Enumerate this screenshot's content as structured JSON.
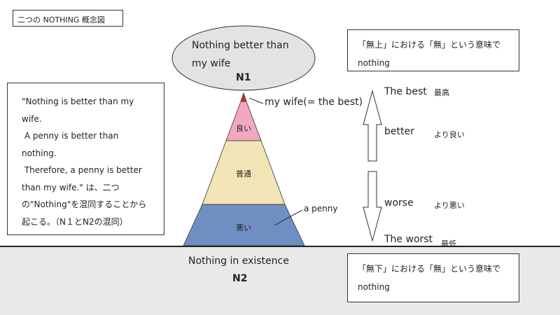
{
  "title": "二つの NOTHING 概念図",
  "top_ellipse": {
    "line1": "Nothing better than",
    "line2": "my wife",
    "tag": "N1"
  },
  "note_top": {
    "line1": "「無上」における「無」という意味で",
    "line2": "nothing"
  },
  "note_bottom": {
    "line1": "「無下」における「無」という意味で",
    "line2": "nothing"
  },
  "left_text": [
    "\"Nothing is better than my",
    "wife.",
    " A penny is better than",
    "nothing.",
    " Therefore, a penny is better",
    "than my wife.\" は、二つ",
    "の\"Nothing\"を混同することから",
    "起こる。（N１とN2の混同）"
  ],
  "pyramid": {
    "top_label": "my wife(= the best)",
    "layer_good": "良い",
    "layer_mid": "普通",
    "layer_bad": "悪い",
    "penny_label": "a penny"
  },
  "scale": {
    "best_en": "The best",
    "best_ja": "最高",
    "better_en": "better",
    "better_ja": "より良い",
    "worse_en": "worse",
    "worse_ja": "より悪い",
    "worst_en": "The worst",
    "worst_ja": "最低"
  },
  "ground": {
    "label": "Nothing in existence",
    "tag": "N2"
  },
  "colors": {
    "ellipse": "#e3e3e3",
    "tip": "#d62828",
    "good": "#f4a7c0",
    "mid": "#f2e4b4",
    "bad": "#6f8fc3",
    "ground": "#e9e9e9"
  }
}
